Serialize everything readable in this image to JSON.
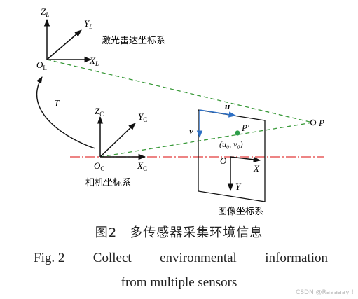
{
  "figure": {
    "lidar": {
      "z": "Z",
      "z_sub": "L",
      "y": "Y",
      "y_sub": "L",
      "x": "X",
      "x_sub": "L",
      "o": "O",
      "o_sub": "L",
      "name": "激光雷达坐标系"
    },
    "camera": {
      "z": "Z",
      "z_sub": "C",
      "y": "Y",
      "y_sub": "C",
      "x": "X",
      "x_sub": "C",
      "o": "O",
      "o_sub": "C",
      "name": "相机坐标系"
    },
    "image": {
      "u": "u",
      "v": "v",
      "p_prime": "P′",
      "principal": "(u₀, v₀)",
      "o": "O",
      "x": "X",
      "y": "Y",
      "name": "图像坐标系"
    },
    "transform_label": "T",
    "point_label": "P",
    "colors": {
      "ray": "#3a9a3a",
      "optical_axis": "#e23b3b",
      "u_v_axis": "#2d6fc4",
      "axis": "#111111",
      "point": "#2e9e4a"
    }
  },
  "caption": {
    "cn_label": "图2",
    "cn_text": "多传感器采集环境信息",
    "en_label": "Fig. 2",
    "en_words": [
      "Collect",
      "environmental",
      "information"
    ],
    "en_line2": "from multiple sensors"
  },
  "watermark": "CSDN @Raaaaay !"
}
